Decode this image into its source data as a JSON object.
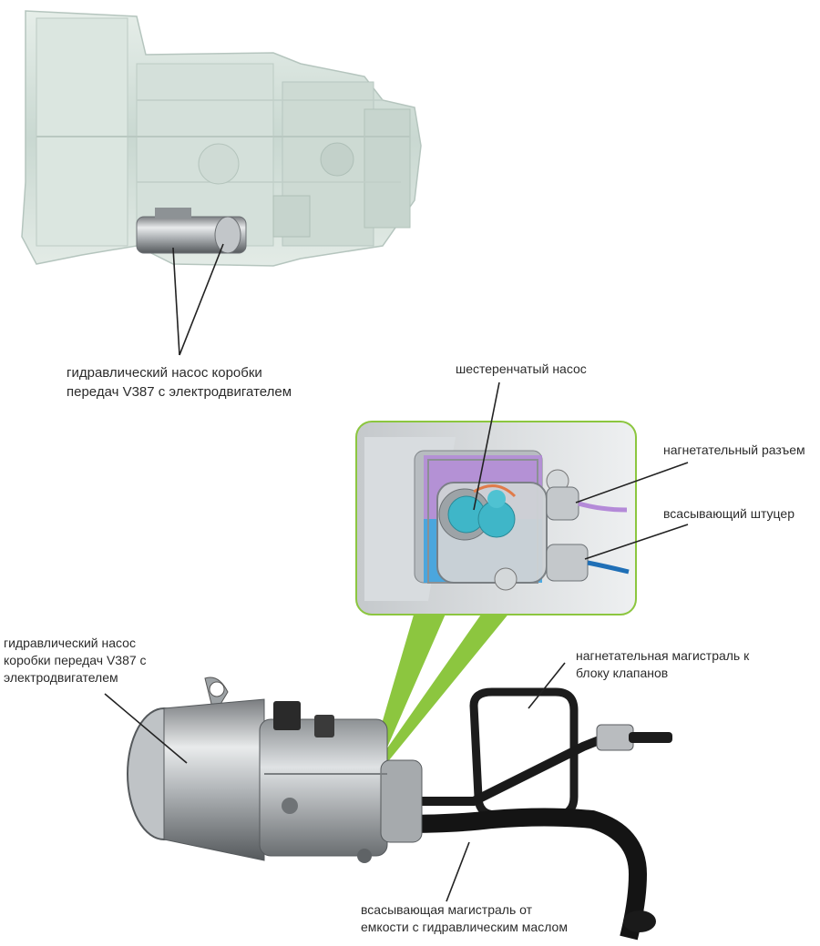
{
  "labels": {
    "top_pump": [
      "гидравлический насос коробки",
      "передач V387 с электродвигателем"
    ],
    "gear_pump": "шестеренчатый насос",
    "pressure_port": "нагнетательный разъем",
    "suction_fitting": "всасывающий штуцер",
    "main_pump": [
      "гидравлический насос",
      "коробки передач V387 с",
      "электродвигателем"
    ],
    "pressure_line": [
      "нагнетательная магистраль к",
      "блоку клапанов"
    ],
    "suction_line": [
      "всасывающая магистраль от",
      "емкости с гидравлическим маслом"
    ]
  },
  "colors": {
    "callout_border": "#8cc63f",
    "leader": "#222222",
    "pressure_oil": "#b48ad8",
    "suction_oil": "#3fa3e0",
    "gear": "#3fb6c8",
    "gearbox": "#cfdcd6"
  }
}
